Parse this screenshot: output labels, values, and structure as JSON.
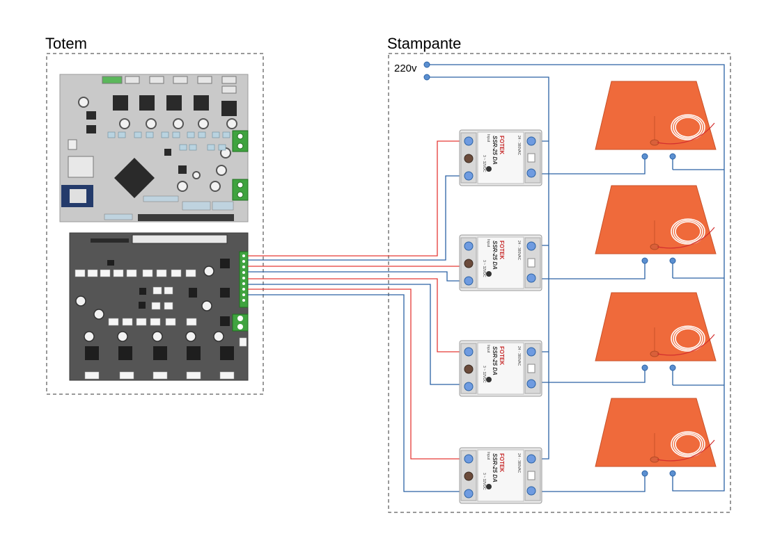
{
  "groups": {
    "totem": {
      "title": "Totem"
    },
    "stampante": {
      "title": "Stampante"
    }
  },
  "power": {
    "label": "220v"
  },
  "ssr": {
    "brand": "FOTEK",
    "model": "SSR-25 DA",
    "input_text": "3 ~ 32VDC",
    "output_text": "24 - 380VAC",
    "input_tag": "Input"
  },
  "colors": {
    "signal_red": "#e53935",
    "wire_blue": "#2a62a5",
    "heater_orange": "#ef6a3b",
    "board_green_terminal": "#3fa33f",
    "board_gray": "#c8c8c8",
    "board_dark": "#5a5a5a"
  },
  "icons": {
    "controller_board": "pcb-board-icon",
    "driver_board": "mosfet-board-icon",
    "relay": "solid-state-relay-icon",
    "heater": "silicone-heater-pad-icon"
  }
}
